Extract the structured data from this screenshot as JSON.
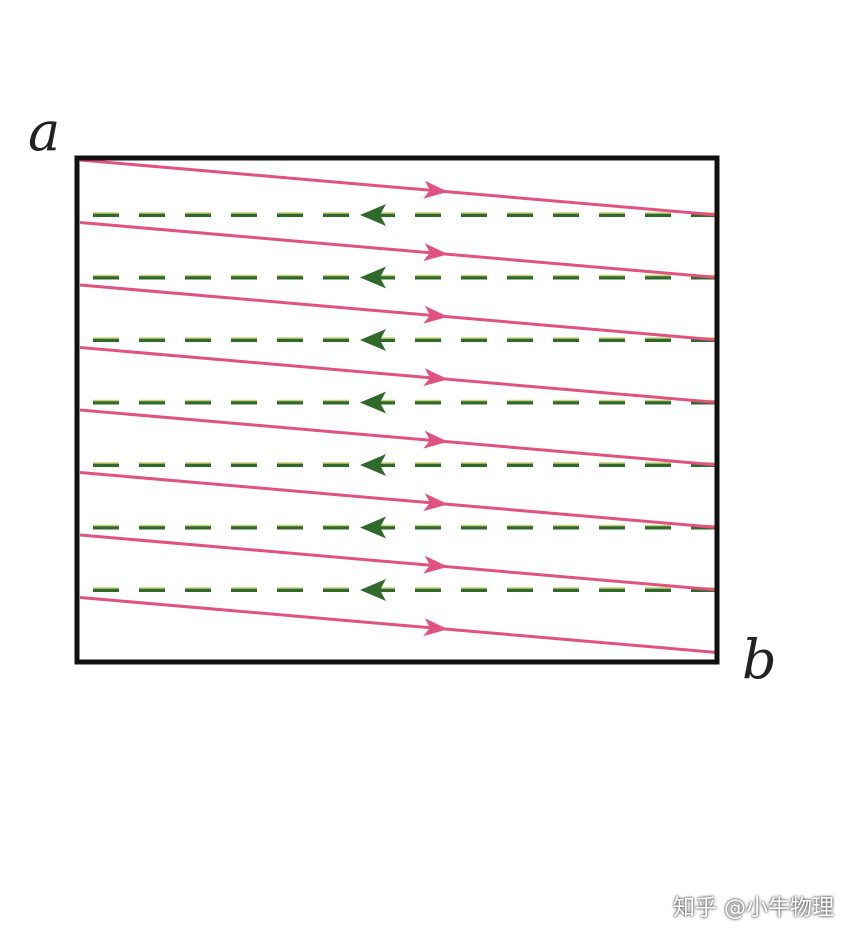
{
  "labels": {
    "corner_a": "a",
    "corner_b": "b"
  },
  "watermark": "知乎 @小牛物理",
  "colors": {
    "background": "#ffffff",
    "frame": "#111111",
    "forward_line": "#e0527f",
    "return_line": "#2f6a2a",
    "return_accent": "#c9d27a"
  },
  "diagram": {
    "forward_line_count": 8,
    "return_line_count": 7,
    "forward_direction": "left-to-right",
    "return_direction": "right-to-left",
    "forward_style": "solid",
    "return_style": "dashed"
  }
}
